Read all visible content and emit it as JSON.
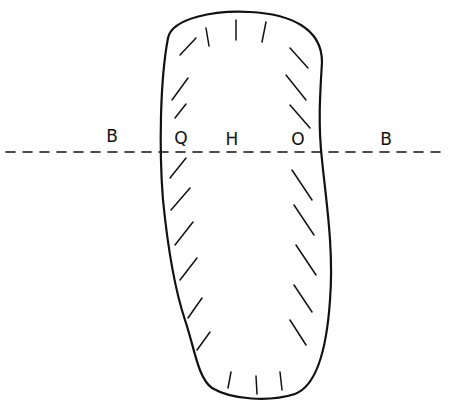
{
  "diagram": {
    "labels": [
      "B",
      "Q",
      "H",
      "O",
      "B"
    ]
  }
}
